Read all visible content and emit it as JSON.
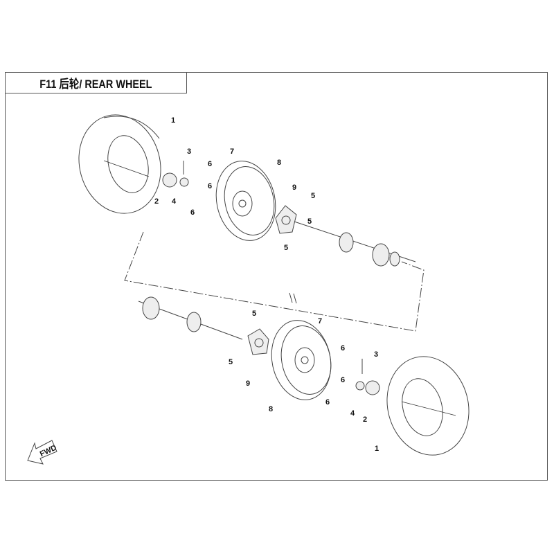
{
  "title": "F11 后轮/ REAR WHEEL",
  "fwd_label": "FWD",
  "callouts_top": [
    "1",
    "3",
    "7",
    "6",
    "8",
    "6",
    "9",
    "5",
    "2",
    "4",
    "6",
    "5",
    "5"
  ],
  "callouts_bottom": [
    "5",
    "7",
    "6",
    "3",
    "5",
    "9",
    "6",
    "8",
    "6",
    "4",
    "2",
    "1"
  ]
}
